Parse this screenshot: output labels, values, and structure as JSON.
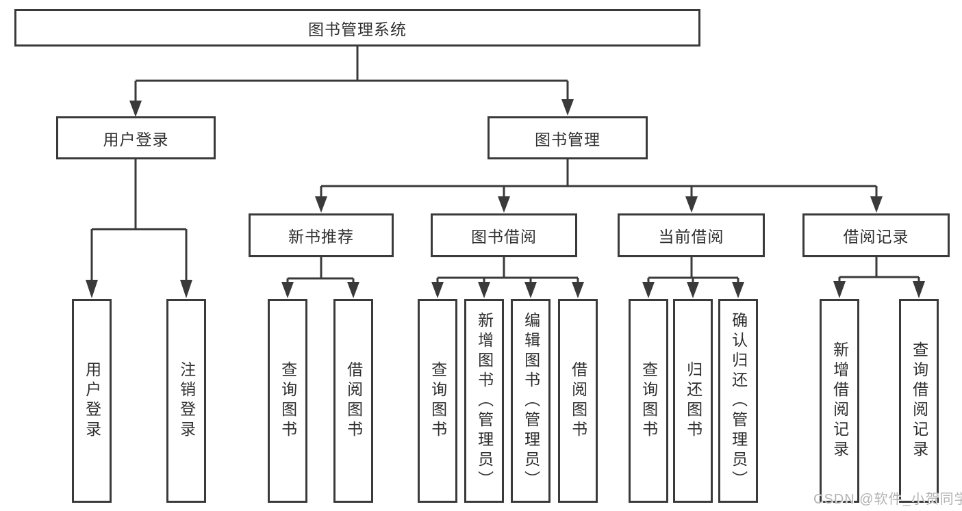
{
  "tree": {
    "root": {
      "label": "图书管理系统"
    },
    "branches": [
      {
        "label": "用户登录",
        "children": [
          {
            "label": "用户登录"
          },
          {
            "label": "注销登录"
          }
        ]
      },
      {
        "label": "图书管理",
        "children": [
          {
            "label": "新书推荐",
            "children": [
              {
                "label": "查询图书"
              },
              {
                "label": "借阅图书"
              }
            ]
          },
          {
            "label": "图书借阅",
            "children": [
              {
                "label": "查询图书"
              },
              {
                "label": "新增图书（管理员）"
              },
              {
                "label": "编辑图书（管理员）"
              },
              {
                "label": "借阅图书"
              }
            ]
          },
          {
            "label": "当前借阅",
            "children": [
              {
                "label": "查询图书"
              },
              {
                "label": "归还图书"
              },
              {
                "label": "确认归还（管理员）"
              }
            ]
          },
          {
            "label": "借阅记录",
            "children": [
              {
                "label": "新增借阅记录"
              },
              {
                "label": "查询借阅记录"
              }
            ]
          }
        ]
      }
    ]
  },
  "watermark": {
    "text": "CSDN @软件_小贺同学"
  },
  "colors": {
    "line": "#3a3a3a",
    "box_border": "#3a3a3a",
    "box_fill": "#ffffff",
    "text": "#2f2f2f",
    "watermark": "#b3b3b3",
    "background": "#ffffff"
  }
}
